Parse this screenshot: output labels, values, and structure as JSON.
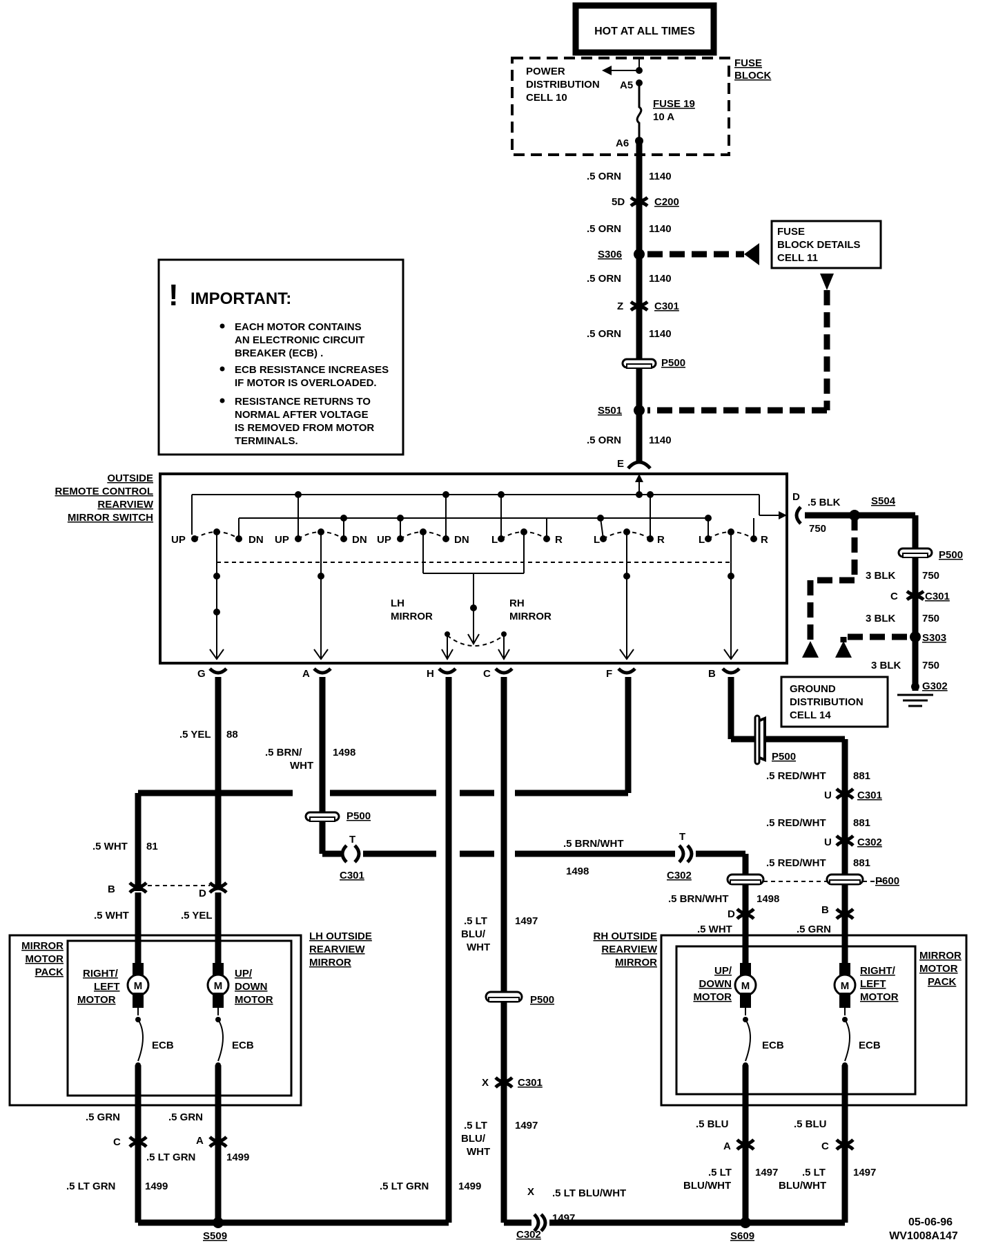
{
  "power": {
    "hot_label": "HOT AT ALL TIMES",
    "fuse_block_label": [
      "FUSE",
      "BLOCK"
    ],
    "pdc_label": [
      "POWER",
      "DISTRIBUTION",
      "CELL  10"
    ],
    "fuse_name": "FUSE  19",
    "fuse_rating": "10  A",
    "pin_a5": "A5",
    "pin_a6": "A6"
  },
  "feed": {
    "wire_gauge": ".5  ORN",
    "circuit": "1140",
    "c200_pin": "5D",
    "c200": "C200",
    "s306": "S306",
    "c301_pin": "Z",
    "c301": "C301",
    "p500": "P500",
    "s501": "S501",
    "switch_pin_e": "E"
  },
  "fuse_details": [
    "FUSE",
    "BLOCK  DETAILS",
    "CELL  11"
  ],
  "important": {
    "title": "IMPORTANT:",
    "mark": "!",
    "bullets": [
      [
        "EACH MOTOR CONTAINS",
        "AN ELECTRONIC CIRCUIT",
        "BREAKER (ECB) ."
      ],
      [
        "ECB RESISTANCE INCREASES",
        "IF MOTOR IS OVERLOADED."
      ],
      [
        "RESISTANCE RETURNS TO",
        "NORMAL AFTER VOLTAGE",
        "IS REMOVED FROM MOTOR",
        "TERMINALS."
      ]
    ]
  },
  "switch": {
    "title": [
      "OUTSIDE",
      "REMOTE CONTROL",
      "REARVIEW",
      "MIRROR SWITCH"
    ],
    "contacts": [
      "UP",
      "DN",
      "UP",
      "DN",
      "UP",
      "DN",
      "L",
      "R",
      "L",
      "R",
      "L",
      "R"
    ],
    "lh_mirror": [
      "LH",
      "MIRROR"
    ],
    "rh_mirror": [
      "RH",
      "MIRROR"
    ],
    "pins": [
      "G",
      "A",
      "H",
      "C",
      "F",
      "B"
    ],
    "pin_d": "D"
  },
  "ground": {
    "d_wire": ".5  BLK",
    "s504": "S504",
    "circuit": "750",
    "p500": "P500",
    "blk3": "3  BLK",
    "c301_pin": "C",
    "c301": "C301",
    "s303": "S303",
    "g302": "G302",
    "gdc_label": [
      "GROUND",
      "DISTRIBUTION",
      "CELL  14"
    ]
  },
  "lh_circuits": {
    "yel_gauge": ".5 YEL",
    "yel_circuit": "88",
    "brnwht_gauge": [
      ".5  BRN/",
      "WHT"
    ],
    "brnwht_circuit": "1498",
    "p500": "P500",
    "wht_gauge": ".5 WHT",
    "wht_circuit": "81",
    "t_pin": "T",
    "c301": "C301",
    "pin_b": "B",
    "pin_d": "D",
    "wht_short": ".5 WHT",
    "yel_short": ".5 YEL"
  },
  "mid": {
    "brnwht": ".5  BRN/WHT",
    "circuit_1498": "1498",
    "t_pin": "T",
    "c302": "C302",
    "ltblu_gauge": [
      ".5  LT",
      "BLU/",
      "WHT"
    ],
    "circuit_1497": "1497",
    "p500": "P500",
    "x_pin": "X",
    "c301": "C301",
    "ltgrn": ".5  LT  GRN",
    "circuit_1499": "1499",
    "bottom_x": "X",
    "bottom_ltblu": ".5  LT BLU/WHT",
    "bottom_1497": "1497",
    "bottom_c302": "C302"
  },
  "rh_circuits": {
    "p500": "P500",
    "redwht": ".5  RED/WHT",
    "circuit_881": "881",
    "u_pin": "U",
    "c301": "C301",
    "c302": "C302",
    "p600": "P600",
    "brnwht": ".5  BRN/WHT",
    "circuit_1498": "1498",
    "pin_d": "D",
    "pin_b": "B",
    "wht": ".5  WHT",
    "grn": ".5  GRN"
  },
  "lh_mirror": {
    "title": [
      "LH  OUTSIDE",
      "REARVIEW",
      "MIRROR"
    ],
    "pack": [
      "MIRROR",
      "MOTOR",
      "PACK"
    ],
    "motor1": [
      "RIGHT/",
      "LEFT",
      "MOTOR"
    ],
    "motor2": [
      "UP/",
      "DOWN",
      "MOTOR"
    ],
    "motor_symbol": "M",
    "ecb": "ECB",
    "grn": ".5  GRN",
    "pin_c": "C",
    "pin_a": "A",
    "ltgrn": ".5  LT  GRN",
    "circuit_1499": "1499",
    "s509": "S509"
  },
  "rh_mirror": {
    "title": [
      "RH OUTSIDE",
      "REARVIEW",
      "MIRROR"
    ],
    "pack": [
      "MIRROR",
      "MOTOR",
      "PACK"
    ],
    "motor1": [
      "UP/",
      "DOWN",
      "MOTOR"
    ],
    "motor2": [
      "RIGHT/",
      "LEFT",
      "MOTOR"
    ],
    "motor_symbol": "M",
    "ecb": "ECB",
    "blu": ".5  BLU",
    "pin_a": "A",
    "pin_c": "C",
    "ltblu": [
      ".5  LT",
      "BLU/WHT"
    ],
    "circuit_1497": "1497",
    "s609": "S609"
  },
  "footer": {
    "date": "05-06-96",
    "code": "WV1008A147"
  }
}
